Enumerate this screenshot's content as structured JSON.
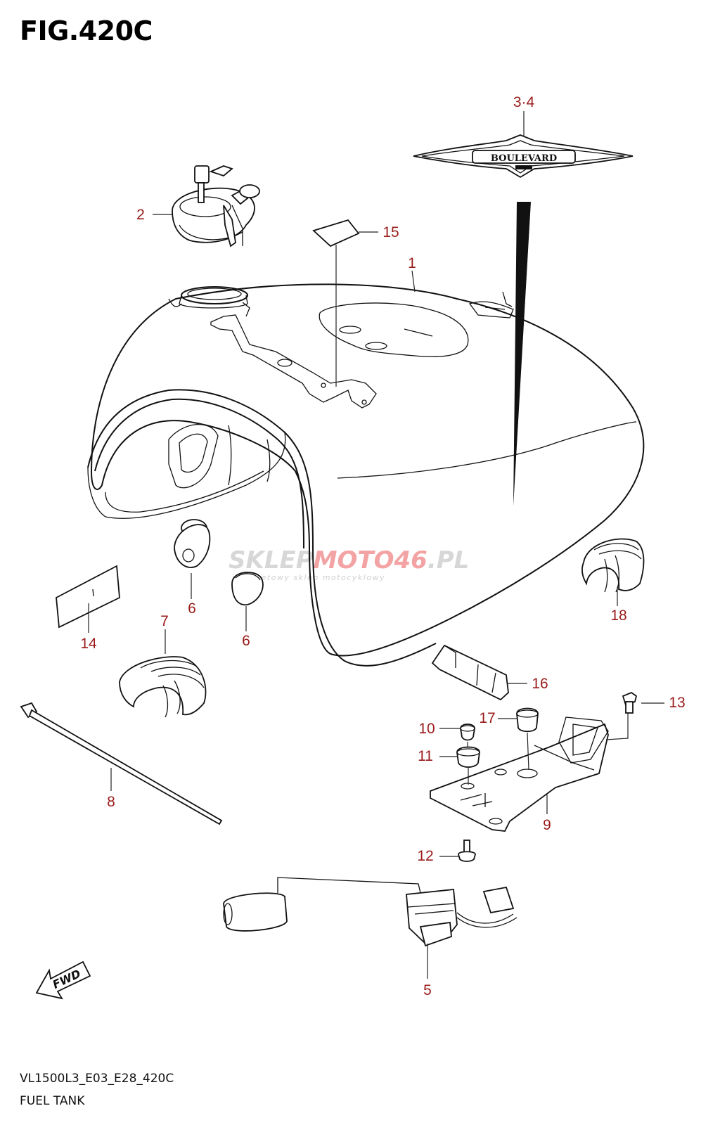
{
  "figure": {
    "title": "FIG.420C",
    "code": "VL1500L3_E03_E28_420C",
    "caption": "FUEL TANK"
  },
  "emblem_text": "BOULEVARD",
  "fwd_label": "FWD",
  "watermark": {
    "brand_a": "SKLEP",
    "brand_b": "MOTO",
    "brand_c": "46",
    "brand_d": ".PL",
    "tagline": "internetowy sklep motocyklowy"
  },
  "callouts": [
    {
      "id": "1",
      "text": "1"
    },
    {
      "id": "2",
      "text": "2"
    },
    {
      "id": "3-4",
      "text": "3·4"
    },
    {
      "id": "5",
      "text": "5"
    },
    {
      "id": "6a",
      "text": "6"
    },
    {
      "id": "6b",
      "text": "6"
    },
    {
      "id": "7",
      "text": "7"
    },
    {
      "id": "8",
      "text": "8"
    },
    {
      "id": "9",
      "text": "9"
    },
    {
      "id": "10",
      "text": "10"
    },
    {
      "id": "11",
      "text": "11"
    },
    {
      "id": "12",
      "text": "12"
    },
    {
      "id": "13",
      "text": "13"
    },
    {
      "id": "14",
      "text": "14"
    },
    {
      "id": "15",
      "text": "15"
    },
    {
      "id": "16",
      "text": "16"
    },
    {
      "id": "17",
      "text": "17"
    },
    {
      "id": "18",
      "text": "18"
    }
  ],
  "colors": {
    "callout": "#9b1b1b",
    "line": "#111111",
    "watermark": "#d7d7d7",
    "watermark_accent": "#f3a3a3"
  }
}
